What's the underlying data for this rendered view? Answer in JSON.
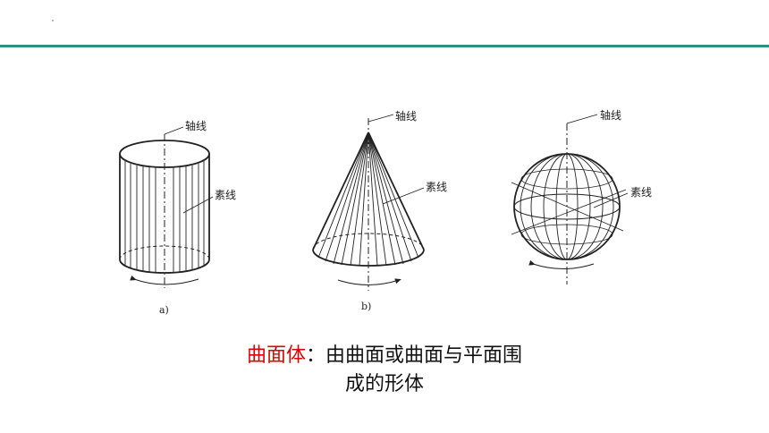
{
  "figures": {
    "cylinder": {
      "axis_label": "轴线",
      "generatrix_label": "素线",
      "sublabel": "a)"
    },
    "cone": {
      "axis_label": "轴线",
      "generatrix_label": "素线",
      "sublabel": "b)"
    },
    "sphere": {
      "axis_label": "轴线",
      "generatrix_label": "素线"
    }
  },
  "caption": {
    "term": "曲面体",
    "definition_line1": "：由曲面或曲面与平面围",
    "definition_line2": "成的形体"
  },
  "colors": {
    "accent_rule": "#2f8f83",
    "term_color": "#e00000"
  }
}
